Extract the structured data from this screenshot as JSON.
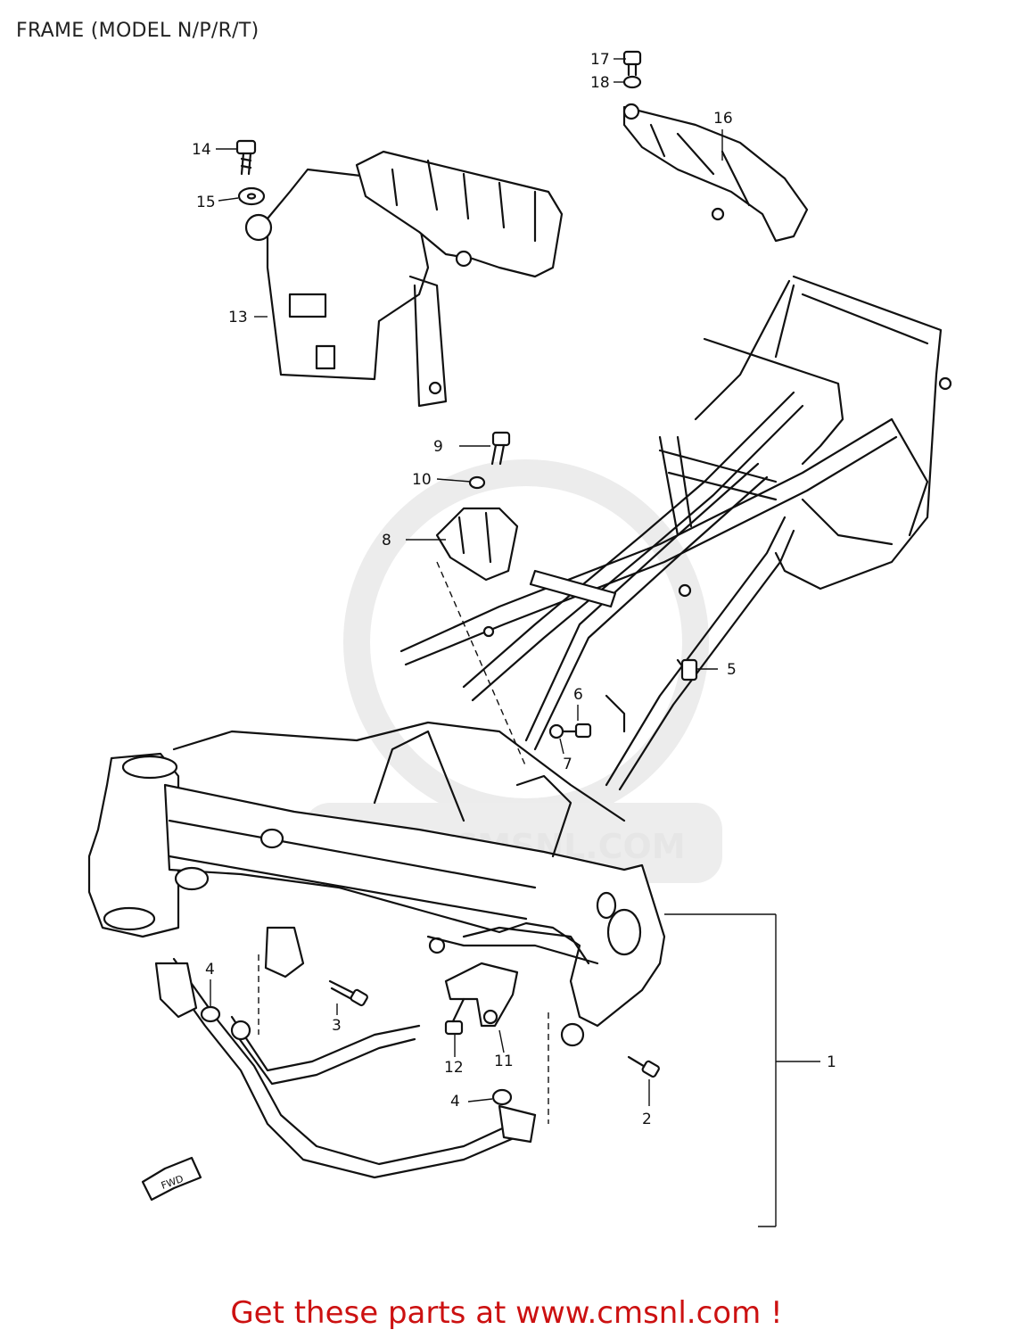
{
  "header": {
    "title": "FRAME (MODEL N/P/R/T)"
  },
  "watermark": {
    "text": "WWW.CMSNL.COM"
  },
  "callouts": {
    "c1": "1",
    "c2": "2",
    "c3": "3",
    "c4a": "4",
    "c4b": "4",
    "c5": "5",
    "c6": "6",
    "c7": "7",
    "c8": "8",
    "c9": "9",
    "c10": "10",
    "c11": "11",
    "c12": "12",
    "c13": "13",
    "c14": "14",
    "c15": "15",
    "c16": "16",
    "c17": "17",
    "c18": "18"
  },
  "fwd_badge": "FWD",
  "footer": {
    "text": "Get these parts at www.cmsnl.com !"
  },
  "colors": {
    "footer_text": "#cc1111",
    "line": "#111111",
    "watermark": "#e6e6e6"
  }
}
